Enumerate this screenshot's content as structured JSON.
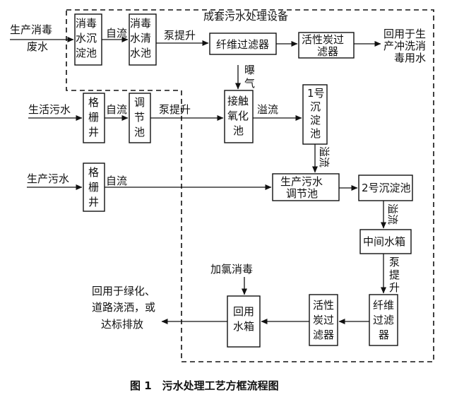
{
  "caption": "图 1　污水处理工艺方框流程图",
  "group_label": "成套污水处理设备",
  "inputs": {
    "disinfection_ww_1": "生产消毒",
    "disinfection_ww_2": "废水",
    "domestic_ww": "生活污水",
    "production_ww": "生产污水",
    "chlorine": "加氯消毒"
  },
  "nodes": {
    "dis_settle": [
      "消毒",
      "水沉",
      "淀池"
    ],
    "dis_clear": [
      "消毒",
      "水清",
      "水池"
    ],
    "fiber_filter_top": "纤维过滤器",
    "carbon_top": [
      "活性炭过",
      "滤器"
    ],
    "grid1": [
      "格",
      "栅",
      "井"
    ],
    "adjust": [
      "调",
      "节",
      "池"
    ],
    "contact_ox": [
      "接触",
      "氧化",
      "池"
    ],
    "settle1": [
      "1号",
      "沉",
      "淀",
      "池"
    ],
    "grid2": [
      "格",
      "栅",
      "井"
    ],
    "prod_adjust": [
      "生产污水",
      "调节池"
    ],
    "settle2": "2号沉淀池",
    "mid_tank": "中间水箱",
    "fiber_filter_bottom": [
      "纤维",
      "过滤",
      "器"
    ],
    "carbon_bottom": [
      "活性",
      "炭过",
      "滤器"
    ],
    "reuse_tank": [
      "回用",
      "水箱"
    ]
  },
  "edge_labels": {
    "gravity1": "自流",
    "pump1": "泵提升",
    "gravity2": "自流",
    "pump2": "泵提升",
    "overflow1": "溢流",
    "aeration": [
      "曝",
      "气"
    ],
    "overflow2": "溢流",
    "gravity3": "自流",
    "overflow3": "溢流",
    "pump3": [
      "泵",
      "提",
      "升"
    ]
  },
  "outputs": {
    "top": [
      "回用于生",
      "产冲洗消",
      "毒用水"
    ],
    "bottom": [
      "回用于绿化、",
      "道路浇洒，或",
      "达标排放"
    ]
  }
}
